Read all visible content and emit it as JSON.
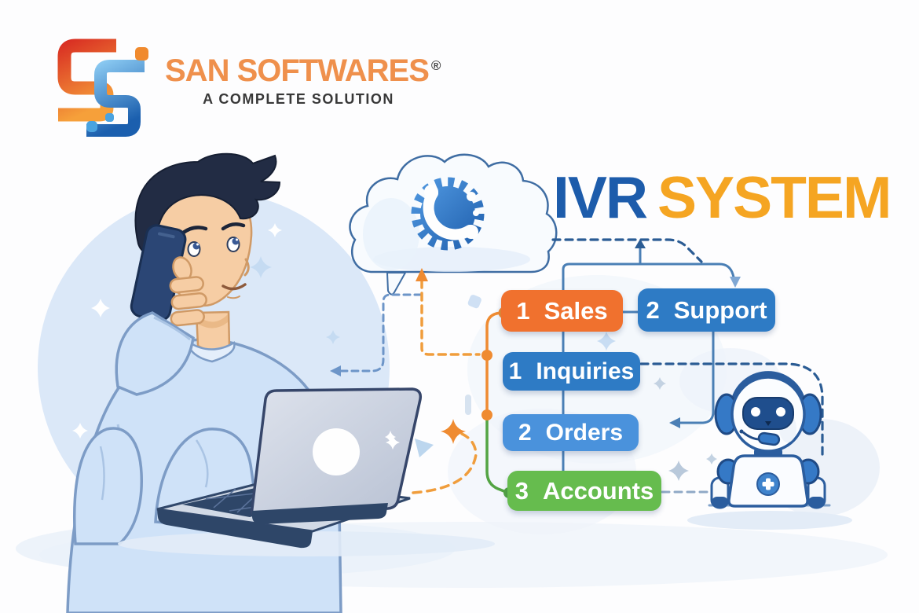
{
  "brand": {
    "name": "SAN SOFTWARES",
    "registered": "®",
    "tagline": "A COMPLETE SOLUTION"
  },
  "title": {
    "word1": "IVR",
    "word2": "SYSTEM"
  },
  "diagram": {
    "description": "IVR call-flow menu from cloud telephony to support robot",
    "nodes": [
      {
        "key": "sales",
        "number": "1",
        "label": "Sales",
        "color": "#f0712e"
      },
      {
        "key": "support",
        "number": "2",
        "label": "Support",
        "color": "#2e7bc5"
      },
      {
        "key": "inquiries",
        "number": "1",
        "label": "Inquiries",
        "color": "#2e7bc5"
      },
      {
        "key": "orders",
        "number": "2",
        "label": "Orders",
        "color": "#4a92dc"
      },
      {
        "key": "accounts",
        "number": "3",
        "label": "Accounts",
        "color": "#66bc4e"
      }
    ]
  },
  "colors": {
    "title_blue": "#1d5cab",
    "title_orange": "#f5a522",
    "brand_orange": "#ef904c",
    "tagline_gray": "#383838",
    "connector_blue": "#4a7fb5",
    "connector_navy_dashed": "#2b5c94",
    "connector_light_dashed": "#6d95c8",
    "connector_gray_dashed": "#90a9c6",
    "connector_orange": "#ef8b31",
    "connector_orange_dashed": "#f09d3c",
    "connector_green": "#53a443"
  },
  "icons": {
    "logo_monogram": "double-s-monogram",
    "cloud": "cloud-shape",
    "phone_gear": "phone-handset-in-gear",
    "robot": "support-bot-with-headset",
    "person": "man-talking-on-phone-with-laptop",
    "sparkle": "four-point-star",
    "arrows": "dashed-flow-arrows"
  }
}
